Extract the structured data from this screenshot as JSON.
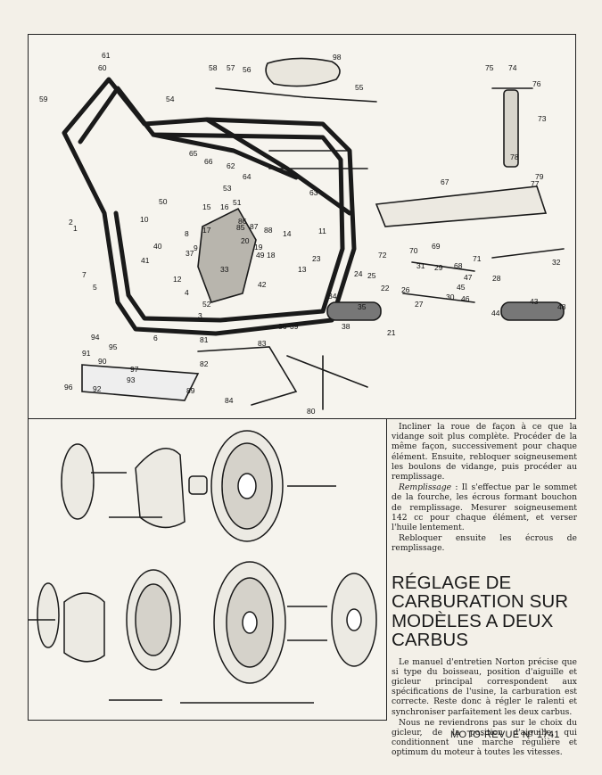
{
  "exploded_view_callouts": [
    "1",
    "2",
    "3",
    "4",
    "5",
    "6",
    "7",
    "8",
    "9",
    "10",
    "11",
    "12",
    "13",
    "14",
    "15",
    "16",
    "17",
    "18",
    "19",
    "20",
    "21",
    "22",
    "23",
    "24",
    "25",
    "26",
    "27",
    "28",
    "29",
    "30",
    "31",
    "32",
    "33",
    "34",
    "35",
    "36",
    "37",
    "38",
    "39",
    "40",
    "41",
    "42",
    "43",
    "44",
    "45",
    "46",
    "47",
    "48",
    "49",
    "50",
    "51",
    "52",
    "53",
    "54",
    "55",
    "56",
    "57",
    "58",
    "59",
    "60",
    "61",
    "62",
    "63",
    "64",
    "65",
    "66",
    "67",
    "68",
    "69",
    "70",
    "71",
    "72",
    "73",
    "74",
    "75",
    "76",
    "77",
    "78",
    "79",
    "80",
    "81",
    "82",
    "83",
    "84",
    "85",
    "86",
    "87",
    "88",
    "89",
    "90",
    "91",
    "92",
    "93",
    "94",
    "95",
    "96",
    "97",
    "98"
  ],
  "article": {
    "para1": "Incliner la roue de façon à ce que la vidange soit plus complète. Procéder de la même façon, successivement pour chaque élément. Ensuite, rebloquer soigneusement les boulons de vidange, puis procéder au remplissage.",
    "para2_lead": "Remplissage",
    "para2_rest": " : Il s'effectue par le sommet de la fourche, les écrous formant bouchon de remplissage. Mesurer soigneusement 142 cc pour chaque élément, et verser l'huile lentement.",
    "para3": "Rebloquer ensuite les écrous de remplissage.",
    "heading": "RÉGLAGE DE CARBURATION SUR MODÈLES A DEUX CARBUS",
    "para4": "Le manuel d'entretien Norton précise que si type du boisseau, position d'aiguille et gicleur principal correspondent aux spécifications de l'usine, la carburation est correcte. Reste donc à régler le ralenti et synchroniser parfaitement les deux carbus.",
    "para5": "Nous ne reviendrons pas sur le choix du gicleur, de la position d'aiguille, qui conditionnent une marche régulière et optimum du moteur à toutes les vitesses."
  },
  "footer": "MOTO-REVUE N° 1741"
}
